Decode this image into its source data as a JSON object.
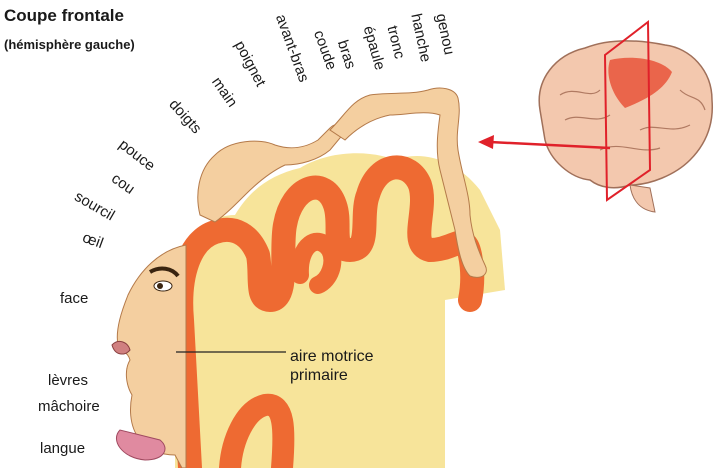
{
  "diagram": {
    "title": "Coupe frontale",
    "subtitle": "(hémisphère gauche)",
    "body_labels": {
      "genou": "genou",
      "hanche": "hanche",
      "tronc": "tronc",
      "epaule": "épaule",
      "bras": "bras",
      "coude": "coude",
      "avant_bras": "avant-bras",
      "poignet": "poignet",
      "main": "main",
      "doigts": "doigts",
      "pouce": "pouce",
      "cou": "cou",
      "sourcil": "sourcil",
      "oeil": "œil",
      "face": "face",
      "levres": "lèvres",
      "machoire": "mâchoire",
      "langue": "langue"
    },
    "area_label_line1": "aire motrice",
    "area_label_line2": "primaire",
    "colors": {
      "cortex": "#ee6a32",
      "white_matter": "#f7e49a",
      "skin": "#f4cfa0",
      "arrow": "#e0212a",
      "brain_pink": "#f3c8ae"
    }
  }
}
